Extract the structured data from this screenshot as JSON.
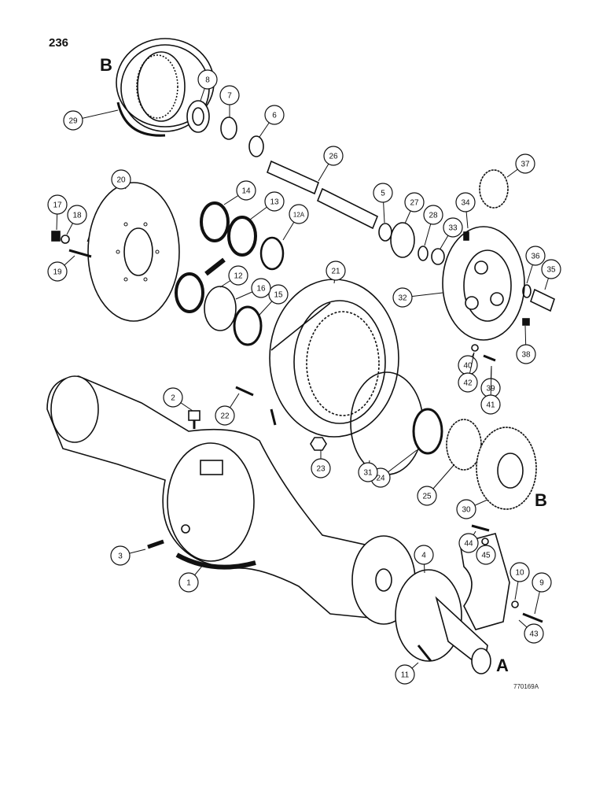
{
  "page_number": "236",
  "drawing_code": "770169A",
  "letters": {
    "b_top": "B",
    "a_left": "A",
    "b_right": "B",
    "a_bottom": "A"
  },
  "callouts": [
    "1",
    "2",
    "3",
    "4",
    "5",
    "6",
    "7",
    "8",
    "9",
    "10",
    "11",
    "12",
    "12A",
    "13",
    "14",
    "15",
    "16",
    "17",
    "18",
    "19",
    "20",
    "21",
    "22",
    "23",
    "24",
    "25",
    "26",
    "27",
    "28",
    "29",
    "30",
    "31",
    "32",
    "33",
    "34",
    "35",
    "36",
    "37",
    "38",
    "39",
    "40",
    "41",
    "42",
    "43",
    "44",
    "45"
  ],
  "colors": {
    "ink": "#111111",
    "paper": "#ffffff",
    "shade": "#3a3a3a"
  }
}
